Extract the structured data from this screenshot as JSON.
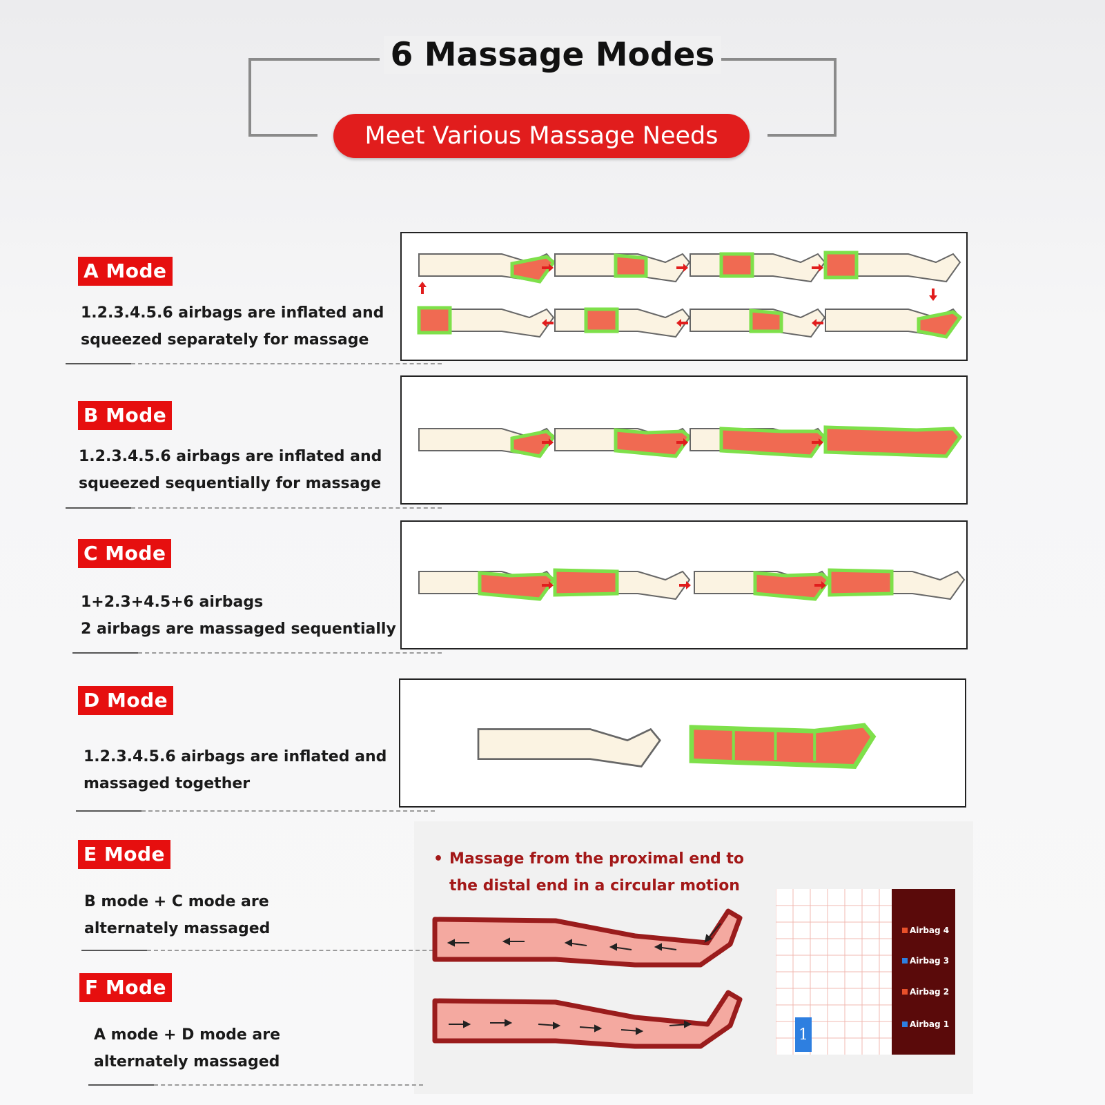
{
  "header": {
    "title": "6 Massage Modes",
    "subtitle": "Meet Various Massage Needs"
  },
  "modes": [
    {
      "badge": "A Mode",
      "line1": "1.2.3.4.5.6 airbags are inflated and",
      "line2": "squeezed separately for massage"
    },
    {
      "badge": "B Mode",
      "line1": "1.2.3.4.5.6 airbags are inflated and",
      "line2": "squeezed sequentially for massage"
    },
    {
      "badge": "C Mode",
      "line1": "1+2.3+4.5+6 airbags",
      "line2": "2 airbags are massaged sequentially"
    },
    {
      "badge": "D Mode",
      "line1": "1.2.3.4.5.6 airbags are inflated and",
      "line2": "massaged together"
    },
    {
      "badge": "E Mode",
      "line1": "B mode + C mode are",
      "line2": "alternately massaged"
    },
    {
      "badge": "F Mode",
      "line1": "A mode + D mode are",
      "line2": "alternately massaged"
    }
  ],
  "circular_note": {
    "line1": "Massage from the proximal end to",
    "line2": "the distal end in a circular motion"
  },
  "airbag_legend": {
    "items": [
      "Airbag 4",
      "Airbag 3",
      "Airbag 2",
      "Airbag 1"
    ],
    "colors": [
      "#e8502a",
      "#2e7fe0",
      "#e8502a",
      "#2e7fe0"
    ],
    "counter": "1"
  },
  "colors": {
    "accent_red": "#e11d1d",
    "airbag_green": "#7ee04a",
    "inflated_red": "#f06a52",
    "leg_cream": "#fbf3e2",
    "sleeve_dark_red": "#9a1c1c"
  }
}
